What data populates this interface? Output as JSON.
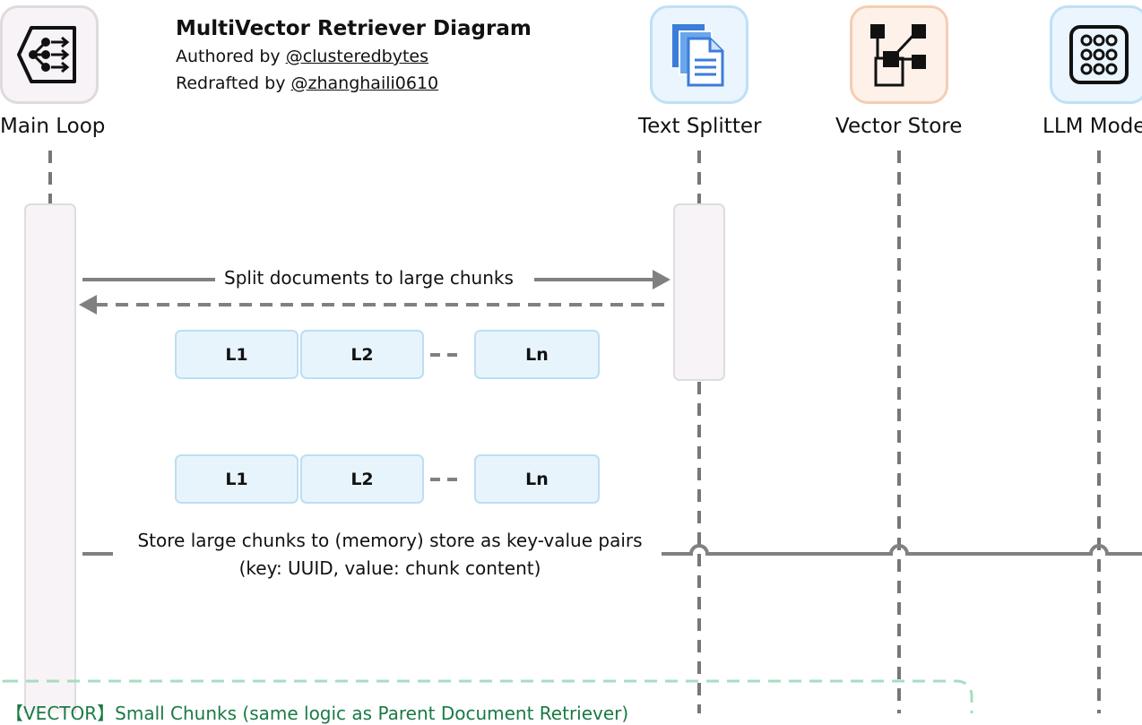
{
  "header": {
    "title": "MultiVector Retriever Diagram",
    "authored_prefix": "Authored by ",
    "authored_handle": "@clusteredbytes",
    "redrafted_prefix": "Redrafted by ",
    "redrafted_handle": "@zhanghaili0610"
  },
  "actors": {
    "main_loop": "Main Loop",
    "text_splitter": "Text Splitter",
    "vector_store": "Vector Store",
    "llm_model": "LLM Model"
  },
  "messages": {
    "split": "Split documents to large chunks",
    "store_line1": "Store large chunks to (memory) store as key-value pairs",
    "store_line2": "(key: UUID, value: chunk content)"
  },
  "chunks_row1": [
    "L1",
    "L2",
    "Ln"
  ],
  "chunks_row2": [
    "L1",
    "L2",
    "Ln"
  ],
  "group": {
    "label": "【VECTOR】Small Chunks (same logic as Parent Document Retriever)"
  },
  "colors": {
    "lifeline": "#777777",
    "chunk_fill": "#e8f4fc",
    "group_border": "#a8dcc2",
    "group_text": "#1a7a45"
  }
}
